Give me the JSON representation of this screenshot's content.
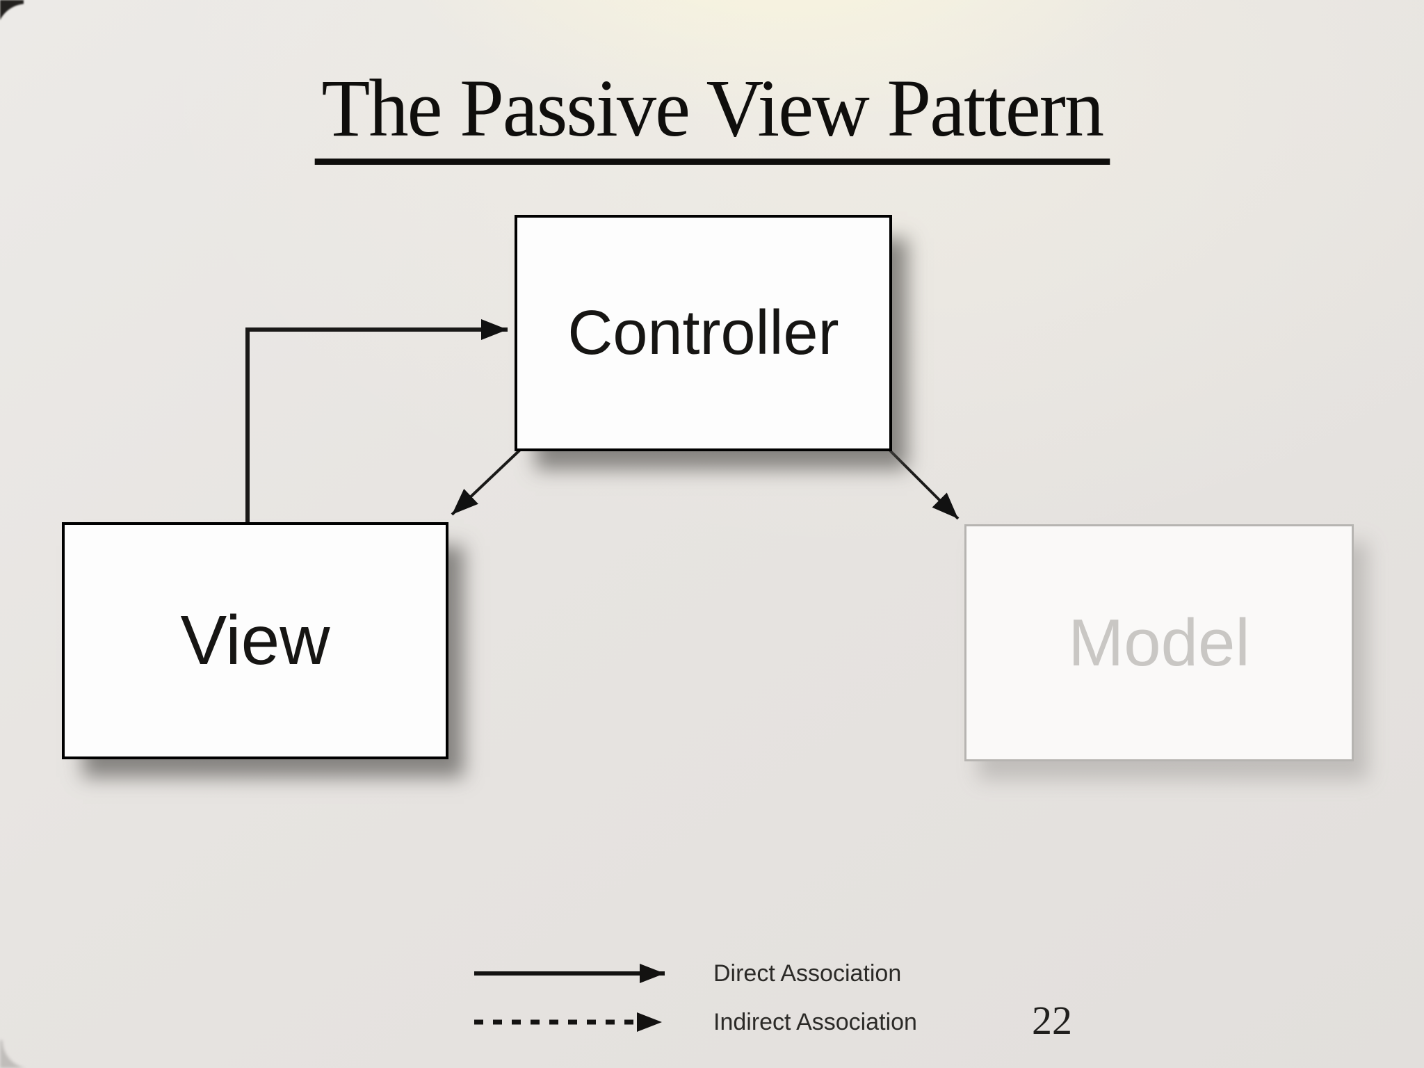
{
  "slide": {
    "title": "The Passive View Pattern",
    "page_number": "22"
  },
  "diagram": {
    "nodes": [
      {
        "id": "controller",
        "label": "Controller",
        "state": "active"
      },
      {
        "id": "view",
        "label": "View",
        "state": "active"
      },
      {
        "id": "model",
        "label": "Model",
        "state": "faded"
      }
    ],
    "edges": [
      {
        "from": "view",
        "to": "controller",
        "type": "direct"
      },
      {
        "from": "controller",
        "to": "view",
        "type": "direct"
      },
      {
        "from": "controller",
        "to": "model",
        "type": "direct"
      }
    ]
  },
  "legend": {
    "items": [
      {
        "icon": "solid-arrow-icon",
        "style": "solid",
        "label": "Direct Association"
      },
      {
        "icon": "dashed-arrow-icon",
        "style": "dashed",
        "label": "Indirect Association"
      }
    ]
  },
  "colors": {
    "background": "#e6e3e0",
    "glow": "#faf6de",
    "box_fill": "#fdfdfd",
    "box_border": "#000000",
    "faded_box_fill": "#faf9f8",
    "faded_box_border": "#b6b4b1",
    "faded_text": "#c9c7c4",
    "ink": "#0f0e0c"
  }
}
